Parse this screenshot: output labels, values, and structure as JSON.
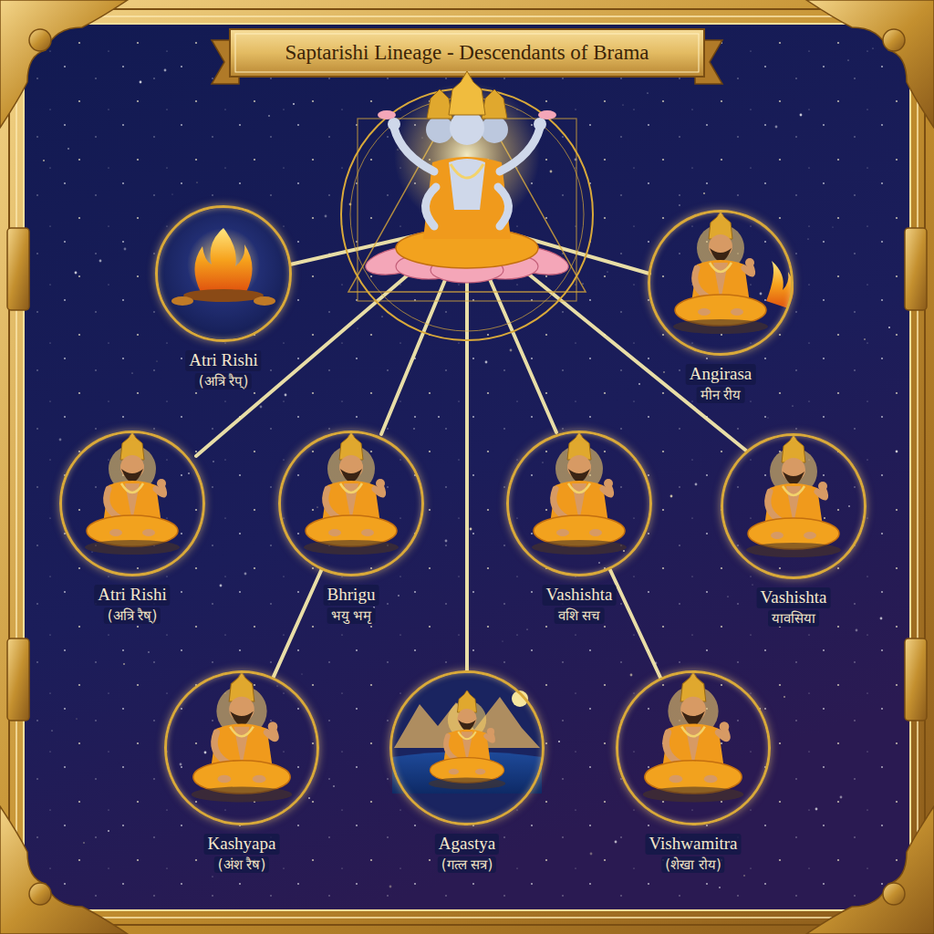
{
  "diagram": {
    "title": "Saptarishi Lineage - Descendants of Brama",
    "nodes": [
      {
        "text": [
          "Atri Rishi",
          "(अत्रि रैप्)"
        ]
      },
      {
        "text": [
          "Angirasa",
          "मीन रीय"
        ]
      },
      {
        "text": [
          "Atri Rishi",
          "(अत्रि रैष्)"
        ]
      },
      {
        "text": [
          "Bhrigu",
          "भयु भमृ"
        ]
      },
      {
        "text": [
          "Vashishta",
          "वशि सच"
        ]
      },
      {
        "text": [
          "Vashishta",
          "यावसिया"
        ]
      },
      {
        "text": [
          "Kashyapa",
          "(अंश रैष)"
        ]
      },
      {
        "text": [
          "Agastya",
          "(गत्ल सत्र)"
        ]
      },
      {
        "text": [
          "Vishwamitra",
          "(शेखा रोय)"
        ]
      }
    ],
    "edges": [
      {
        "from": 3,
        "to": 6,
        "arrow": "none"
      },
      {
        "from": 4,
        "to": 8,
        "arrow": "none"
      }
    ]
  }
}
